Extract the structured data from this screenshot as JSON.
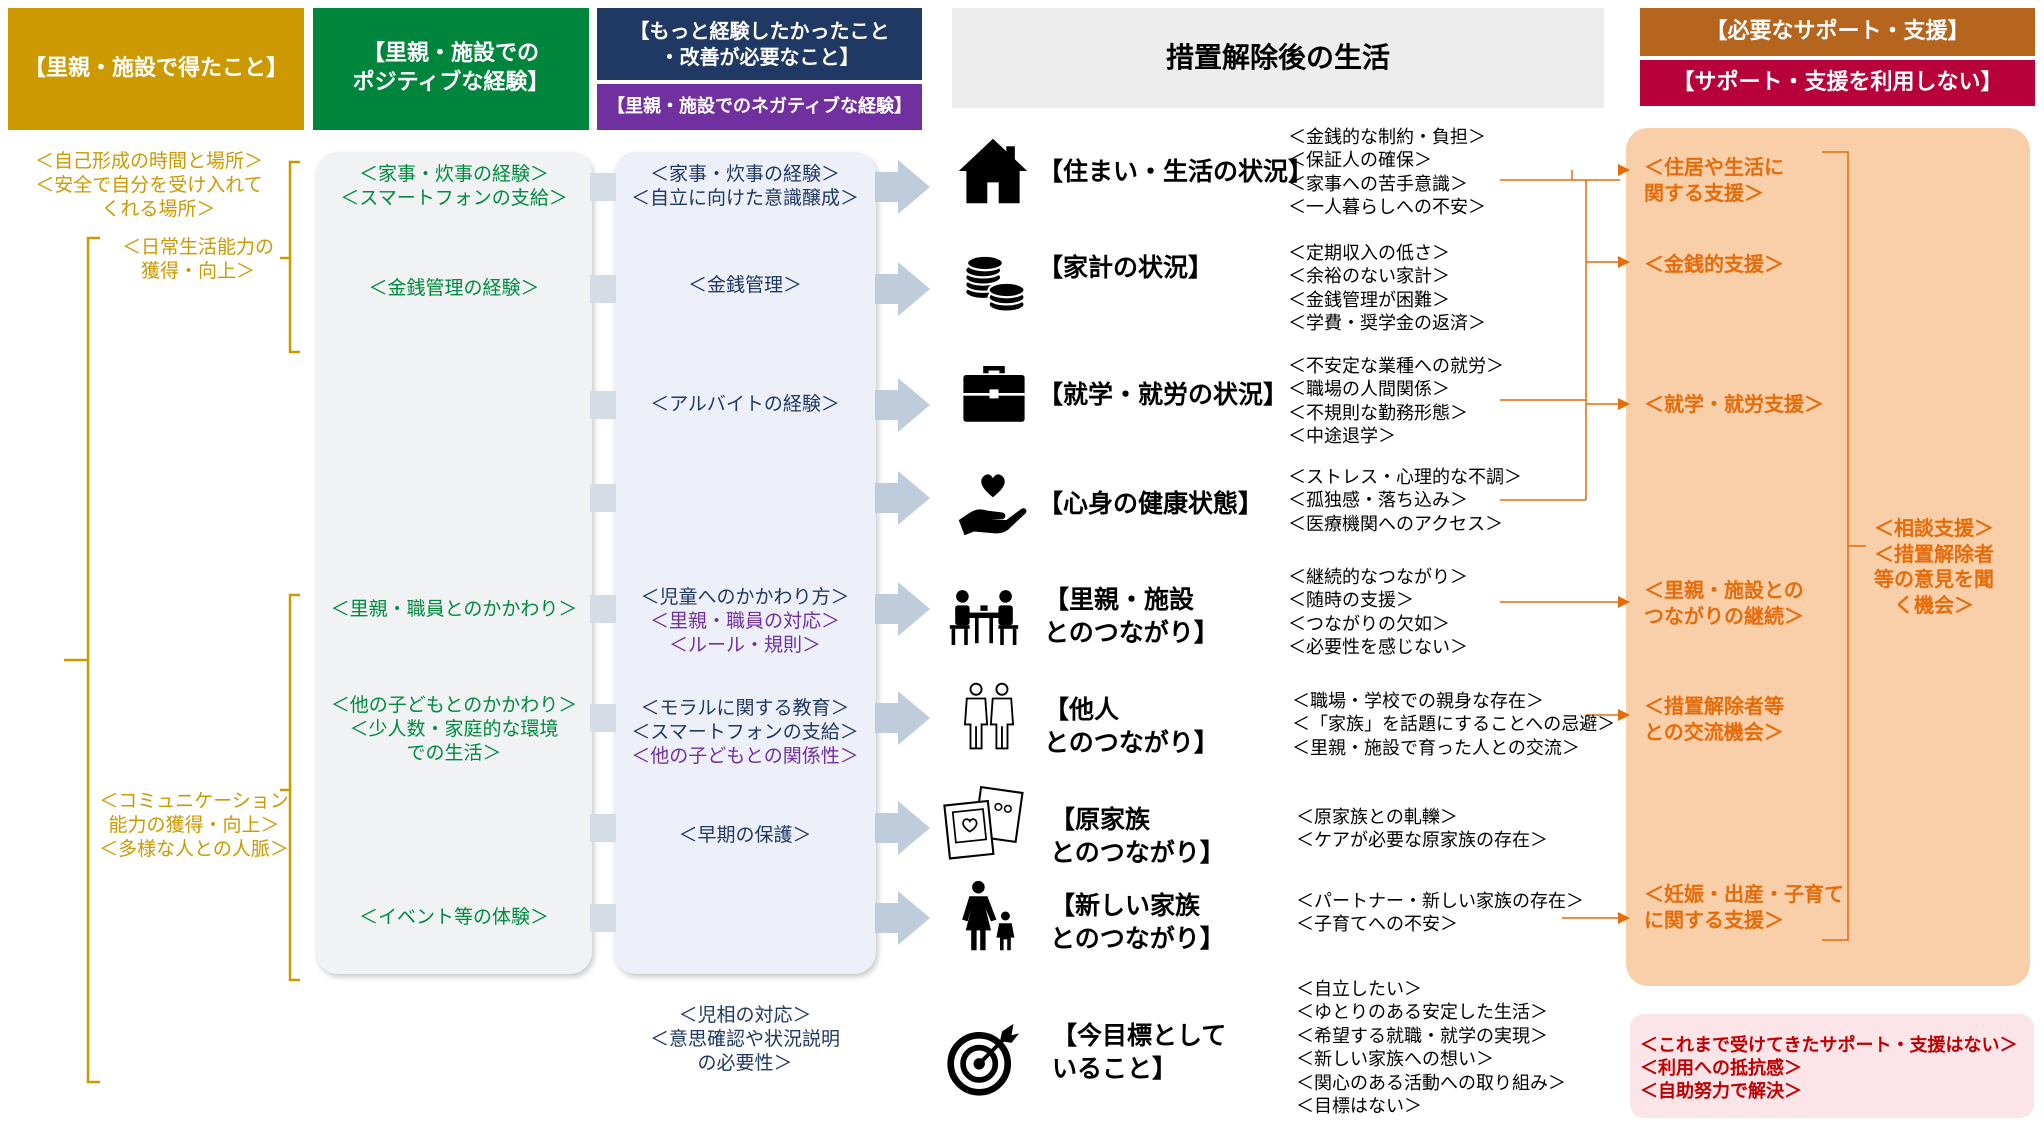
{
  "headers": {
    "gained": "【里親・施設で得たこと】",
    "positive": "【里親・施設での\nポジティブな経験】",
    "wish": "【もっと経験したかったこと\n・改善が必要なこと】",
    "negative": "【里親・施設でのネガティブな経験】",
    "life": "措置解除後の生活",
    "support_needed": "【必要なサポート・支援】",
    "support_unused": "【サポート・支援を利用しない】"
  },
  "gained": {
    "g1": "＜自己形成の時間と場所＞\n＜安全で自分を受け入れて\n　くれる場所＞",
    "g2": "＜日常生活能力の\n獲得・向上＞",
    "g3": "＜コミュニケーション\n能力の獲得・向上＞\n＜多様な人との人脈＞"
  },
  "positive_items": [
    "＜家事・炊事の経験＞\n＜スマートフォンの支給＞",
    "＜金銭管理の経験＞",
    "＜里親・職員とのかかわり＞",
    "＜他の子どもとのかかわり＞\n＜少人数・家庭的な環境\nでの生活＞",
    "＜イベント等の体験＞"
  ],
  "negative_items": {
    "n1": [
      "＜家事・炊事の経験＞",
      "＜自立に向けた意識醸成＞"
    ],
    "n2": [
      "＜金銭管理＞"
    ],
    "n3": [
      "＜アルバイトの経験＞"
    ],
    "n4": [
      "＜児童へのかかわり方＞",
      "＜里親・職員の対応＞",
      "＜ルール・規則＞"
    ],
    "n5": [
      "＜モラルに関する教育＞",
      "＜スマートフォンの支給＞",
      "＜他の子どもとの関係性＞"
    ],
    "n6": [
      "＜早期の保護＞"
    ],
    "n7": [
      "＜児相の対応＞",
      "＜意思確認や状況説明",
      "の必要性＞"
    ]
  },
  "life": [
    {
      "icon": "house-icon",
      "label": "【住まい・生活の状況】",
      "details": "＜金銭的な制約・負担＞\n＜保証人の確保＞\n＜家事への苦手意識＞\n＜一人暮らしへの不安＞"
    },
    {
      "icon": "coins-icon",
      "label": "【家計の状況】",
      "details": "＜定期収入の低さ＞\n＜余裕のない家計＞\n＜金銭管理が困難＞\n＜学費・奨学金の返済＞"
    },
    {
      "icon": "briefcase-icon",
      "label": "【就学・就労の状況】",
      "details": "＜不安定な業種への就労＞\n＜職場の人間関係＞\n＜不規則な勤務形態＞\n＜中途退学＞"
    },
    {
      "icon": "heart-hand-icon",
      "label": "【心身の健康状態】",
      "details": "＜ストレス・心理的な不調＞\n＜孤独感・落ち込み＞\n＜医療機関へのアクセス＞"
    },
    {
      "icon": "meeting-icon",
      "label": "【里親・施設\nとのつながり】",
      "details": "＜継続的なつながり＞\n＜随時の支援＞\n＜つながりの欠如＞\n＜必要性を感じない＞"
    },
    {
      "icon": "people-icon",
      "label": "【他人\nとのつながり】",
      "details": "＜職場・学校での親身な存在＞\n＜「家族」を話題にすることへの忌避＞\n＜里親・施設で育った人との交流＞"
    },
    {
      "icon": "photos-icon",
      "label": "【原家族\nとのつながり】",
      "details": "＜原家族との軋轢＞\n＜ケアが必要な原家族の存在＞"
    },
    {
      "icon": "family-icon",
      "label": "【新しい家族\nとのつながり】",
      "details": "＜パートナー・新しい家族の存在＞\n＜子育てへの不安＞"
    },
    {
      "icon": "target-icon",
      "label": "【今目標として\nいること】",
      "details": "＜自立したい＞\n＜ゆとりのある安定した生活＞\n＜希望する就職・就学の実現＞\n＜新しい家族への想い＞\n＜関心のある活動への取り組み＞\n＜目標はない＞"
    }
  ],
  "supports": {
    "s1": "＜住居や生活に\n関する支援＞",
    "s2": "＜金銭的支援＞",
    "s3": "＜就学・就労支援＞",
    "s4": "＜里親・施設との\nつながりの継続＞",
    "s5": "＜措置解除者等\nとの交流機会＞",
    "s6": "＜妊娠・出産・子育て\nに関する支援＞",
    "consult": "＜相談支援＞\n＜措置解除者\n等の意見を聞\nく機会＞"
  },
  "no_support": "＜これまで受けてきたサポート・支援はない＞\n＜利用への抵抗感＞\n＜自助努力で解決＞",
  "colors": {
    "gold": "#cc9900",
    "green": "#008a3e",
    "navy": "#1f3864",
    "purple": "#7030a0",
    "brown": "#b5651d",
    "crimson": "#b8003a",
    "orange": "#e46c0a",
    "peach": "#f9cfa9",
    "pink": "#fbe5e9",
    "lavender": "#eef0f9",
    "panel_gray": "#f0f2f4"
  }
}
